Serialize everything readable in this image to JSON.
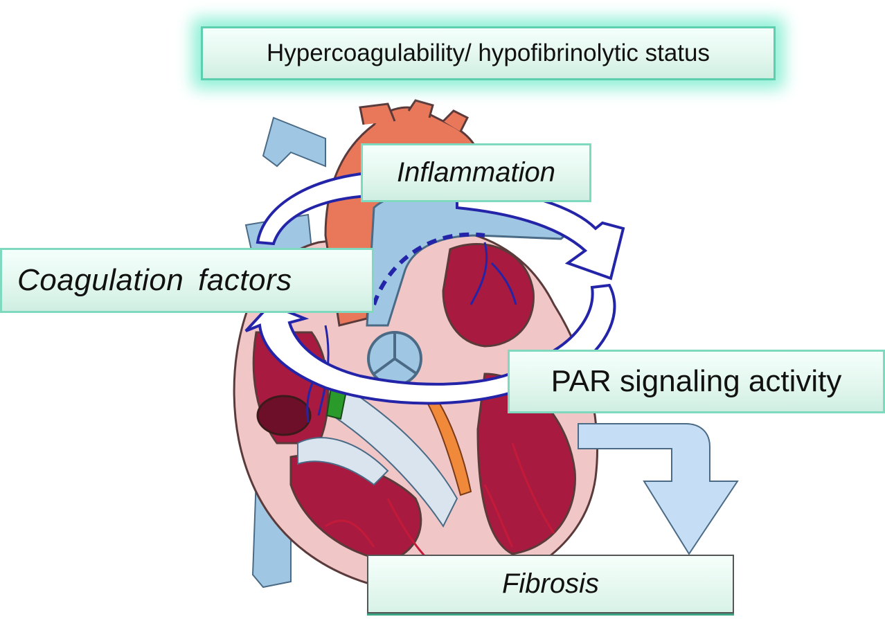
{
  "labels": {
    "top_status": "Hypercoagulability/ hypofibrinolytic status",
    "inflammation": "Inflammation",
    "coagulation": "Coagulation  factors",
    "par": "PAR signaling activity",
    "fibrosis": "Fibrosis"
  },
  "colors": {
    "box_border": "#7fd9bf",
    "glow": "#8ff0d6",
    "cycle_arrow_stroke": "#2424a8",
    "down_arrow_fill": "#c5def5",
    "heart_muscle": "#f0c6c6",
    "heart_chamber": "#a81a40",
    "aorta": "#e9775a",
    "vein": "#9fc7e3"
  },
  "icons": [
    "heart-illustration",
    "cycle-arrow",
    "down-arrow"
  ]
}
